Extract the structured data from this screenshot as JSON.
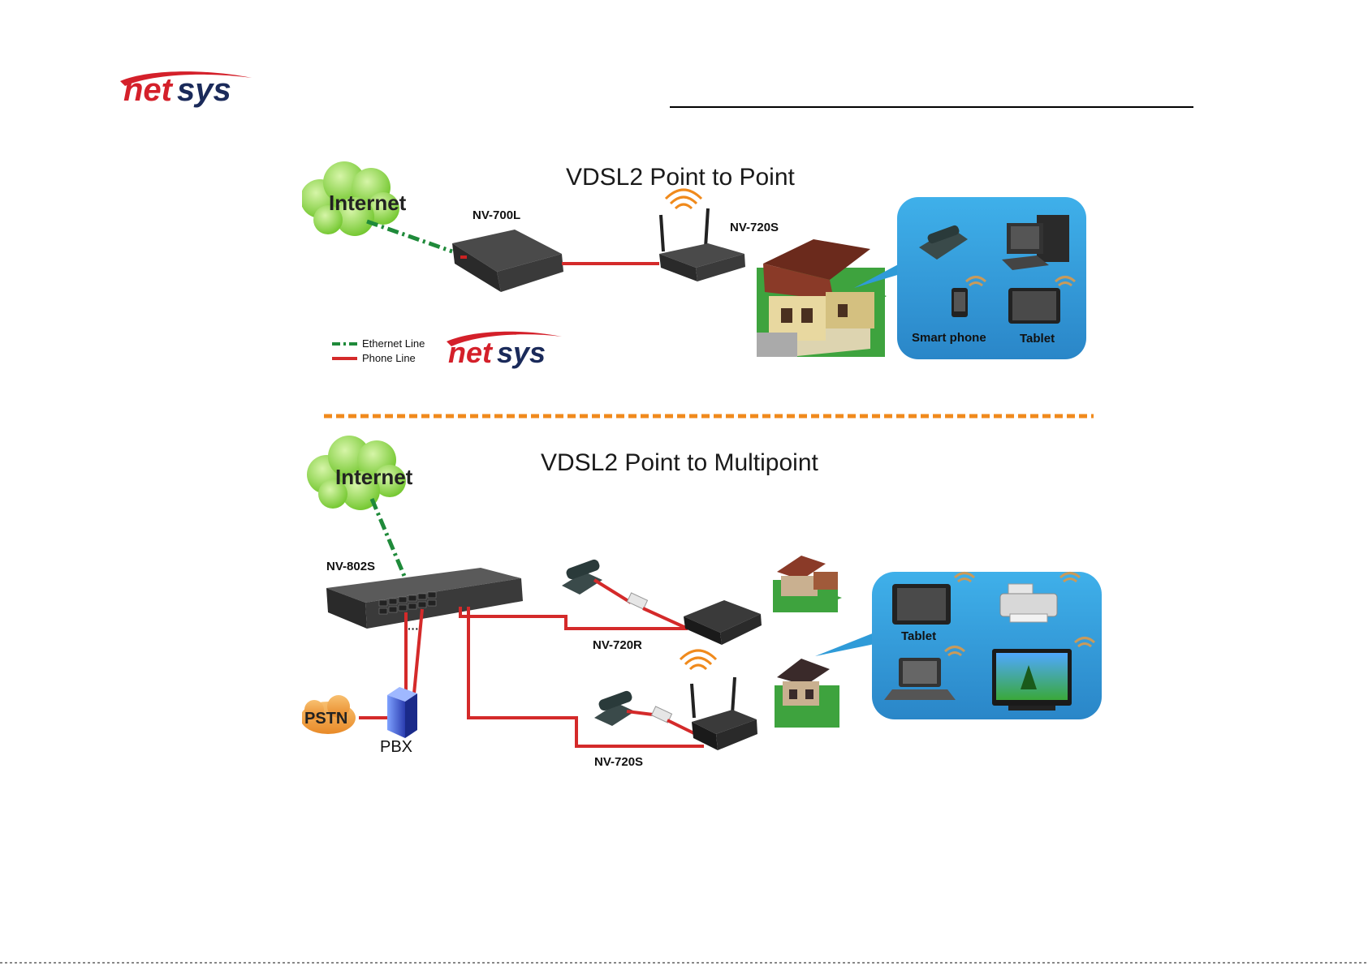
{
  "header": {
    "logo_text_red": "net",
    "logo_text_blue": "sys"
  },
  "diagram": {
    "p2p": {
      "title": "VDSL2 Point to Point",
      "cloud_label": "Internet",
      "device_co": "NV-700L",
      "device_cpe": "NV-720S",
      "devices": {
        "smartphone": "Smart phone",
        "tablet": "Tablet"
      },
      "legend": {
        "ethernet": "Ethernet Line",
        "phone": "Phone Line"
      },
      "logo_red": "net",
      "logo_blue": "sys"
    },
    "p2mp": {
      "title": "VDSL2 Point to Multipoint",
      "cloud_label": "Internet",
      "switch": "NV-802S",
      "pstn": "PSTN",
      "pbx": "PBX",
      "cpe1": "NV-720R",
      "cpe2": "NV-720S",
      "tablet": "Tablet"
    }
  },
  "colors": {
    "ethernet_line": "#1f8a3a",
    "phone_line": "#d42a2a",
    "divider": "#f08a1c",
    "device_panel": "#2f9bd8",
    "cloud": "#7fd13a",
    "pstn": "#f2a040",
    "logo_red": "#d4202a",
    "logo_blue": "#1a2a5a"
  }
}
